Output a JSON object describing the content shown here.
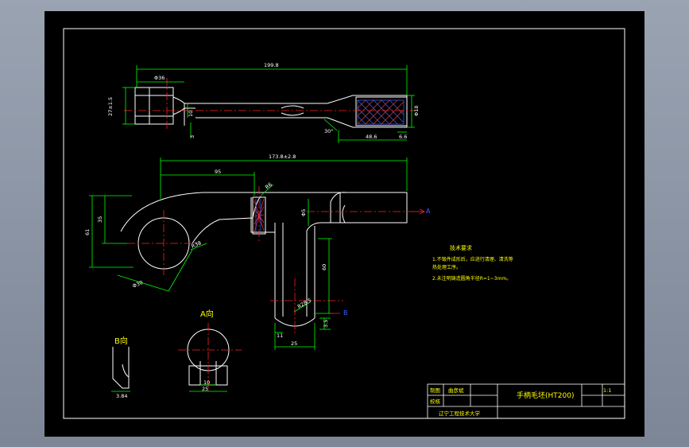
{
  "colors": {
    "background_gray": "#8a93a3",
    "sheet": "#000000",
    "outline": "#ffffff",
    "dimension": "#00ff00",
    "centerline": "#ff2020",
    "text_yellow": "#ffff00",
    "hatch_red": "#ff3030",
    "hatch_blue": "#4060ff"
  },
  "top_view": {
    "overall_length": "199.8",
    "head_dia": "Φ36",
    "end_height": "27±1.5",
    "neck_dia": "10",
    "neck_small": "3",
    "chamfer_angle": "30°",
    "tip_length": "48.6",
    "tip_small": "6.6",
    "tip_dia": "Φ18"
  },
  "front_view": {
    "overall_length": "173.8±2.8",
    "arm_length": "95",
    "head_height": "61",
    "inner_height": "35",
    "boss_radius": "R38",
    "bore_dia": "Φ30",
    "slot_radius": "R6",
    "shaft_dia": "Φ5",
    "stem_length": "60",
    "fillet": "R28.5",
    "stem_width": "11",
    "base_width": "25",
    "base_height": "3.5",
    "section_a": "A",
    "section_b": "B"
  },
  "view_a": {
    "title": "A向",
    "dim_small": "10",
    "dim_width": "25"
  },
  "view_b": {
    "title": "B向",
    "dim_width": "3.84"
  },
  "notes": {
    "title": "技术要求",
    "lines": [
      "1.不锻件成形后，应进行清理、清洗等",
      "  热处理工序。",
      "2.未注明铸造圆角半径R=1~3mm。"
    ]
  },
  "title_block": {
    "label_drawn": "制图",
    "name_drawn": "曲彦斌",
    "label_checked": "校核",
    "part_name": "手柄毛坯(HT200)",
    "scale": "1:1",
    "school": "辽宁工程技术大学"
  }
}
